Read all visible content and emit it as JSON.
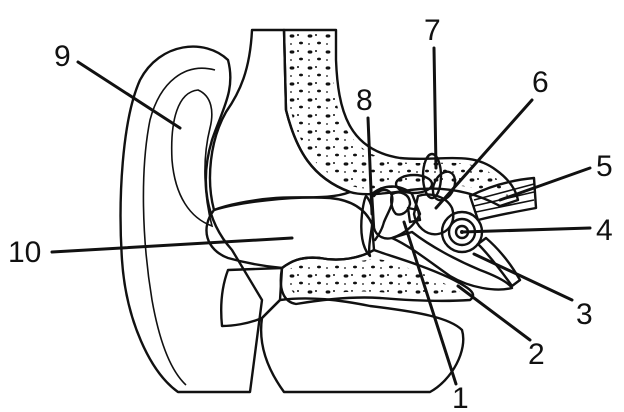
{
  "labels": [
    {
      "id": "l1",
      "text": "1",
      "part": "ossicles"
    },
    {
      "id": "l2",
      "text": "2",
      "part": "eustachian-tube"
    },
    {
      "id": "l3",
      "text": "3",
      "part": "cochlear-nerve"
    },
    {
      "id": "l4",
      "text": "4",
      "part": "cochlea"
    },
    {
      "id": "l5",
      "text": "5",
      "part": "vestibulocochlear-nerve"
    },
    {
      "id": "l6",
      "text": "6",
      "part": "vestibule"
    },
    {
      "id": "l7",
      "text": "7",
      "part": "semicircular-canals"
    },
    {
      "id": "l8",
      "text": "8",
      "part": "eardrum"
    },
    {
      "id": "l9",
      "text": "9",
      "part": "pinna"
    },
    {
      "id": "l10",
      "text": "10",
      "part": "ear-canal"
    }
  ],
  "colors": {
    "ink": "#111111",
    "background": "#ffffff",
    "bone": "#f4f4f4"
  }
}
